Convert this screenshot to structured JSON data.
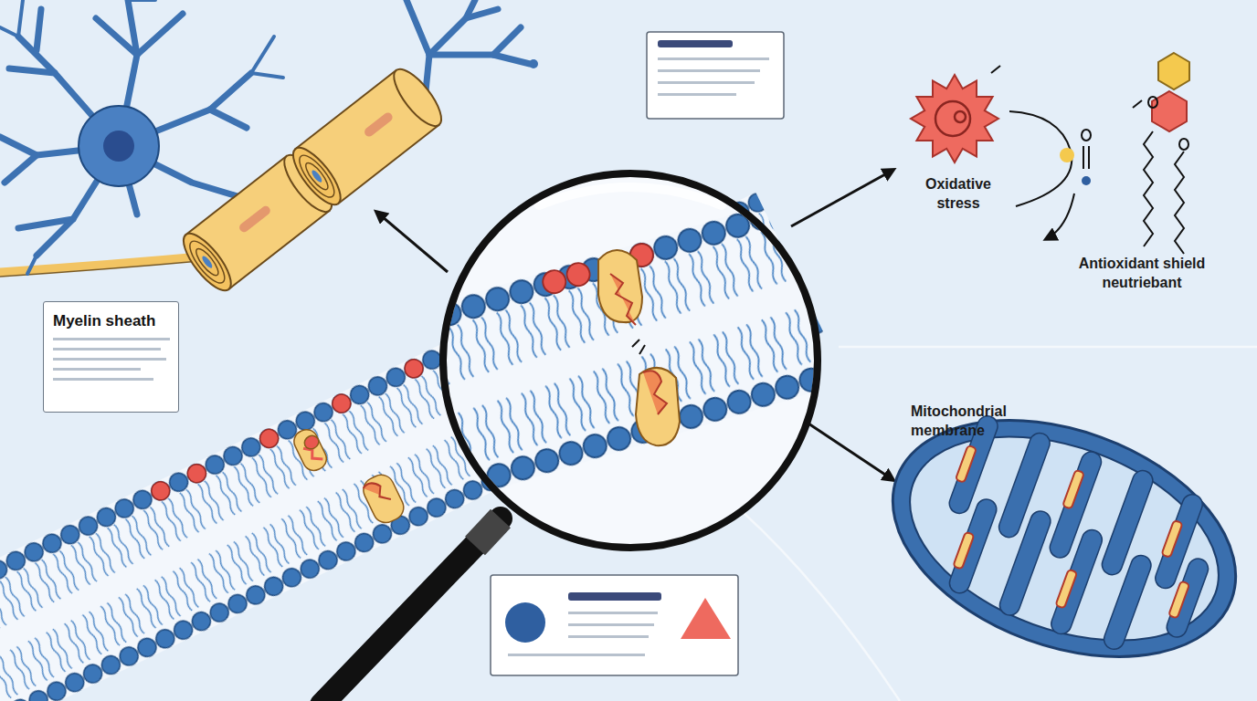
{
  "diagram": {
    "nodes": [
      {
        "text": [
          "Myelin sheath"
        ]
      }
    ],
    "labels": [
      "Oxidative stress",
      "Antioxidant shield neutriebant",
      "Mitochondrial membrane"
    ]
  }
}
